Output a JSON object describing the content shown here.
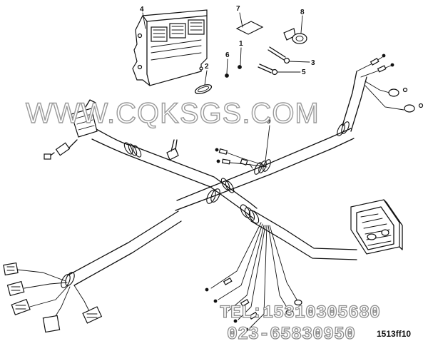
{
  "callouts": {
    "c1": "1",
    "c2": "2",
    "c3": "3",
    "c4": "4",
    "c5": "5",
    "c6": "6",
    "c7": "7",
    "c8": "8",
    "c9": "9"
  },
  "watermark": {
    "site": "WWW.CQKSGS.COM",
    "tel": "TEL:15310305680",
    "phone": "023-65830950"
  },
  "figure_code": "1513ff10"
}
